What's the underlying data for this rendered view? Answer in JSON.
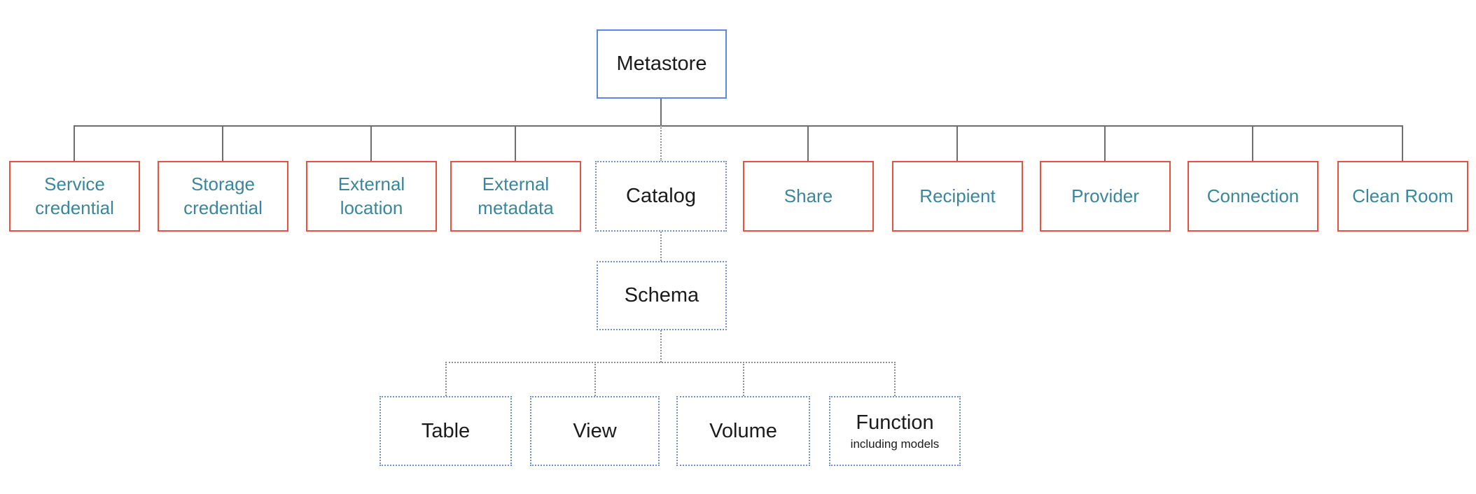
{
  "diagram": {
    "root": {
      "label": "Metastore"
    },
    "securables": [
      {
        "label": "Service credential"
      },
      {
        "label": "Storage credential"
      },
      {
        "label": "External location"
      },
      {
        "label": "External metadata"
      },
      {
        "label": "Catalog"
      },
      {
        "label": "Share"
      },
      {
        "label": "Recipient"
      },
      {
        "label": "Provider"
      },
      {
        "label": "Connection"
      },
      {
        "label": "Clean Room"
      }
    ],
    "schema": {
      "label": "Schema"
    },
    "schema_children": [
      {
        "label": "Table"
      },
      {
        "label": "View"
      },
      {
        "label": "Volume"
      },
      {
        "label": "Function",
        "sublabel": "including models"
      }
    ],
    "colors": {
      "red_border": "#ec4f3b",
      "teal_text": "#38879b",
      "blue_solid_border": "#5c86e8",
      "blue_dotted_border": "#6c8ee4",
      "gray_solid_line": "#6e6e6e",
      "gray_dotted_line": "#8f8f8f",
      "black_text": "#1b1b1b",
      "background": "#ffffff"
    }
  }
}
